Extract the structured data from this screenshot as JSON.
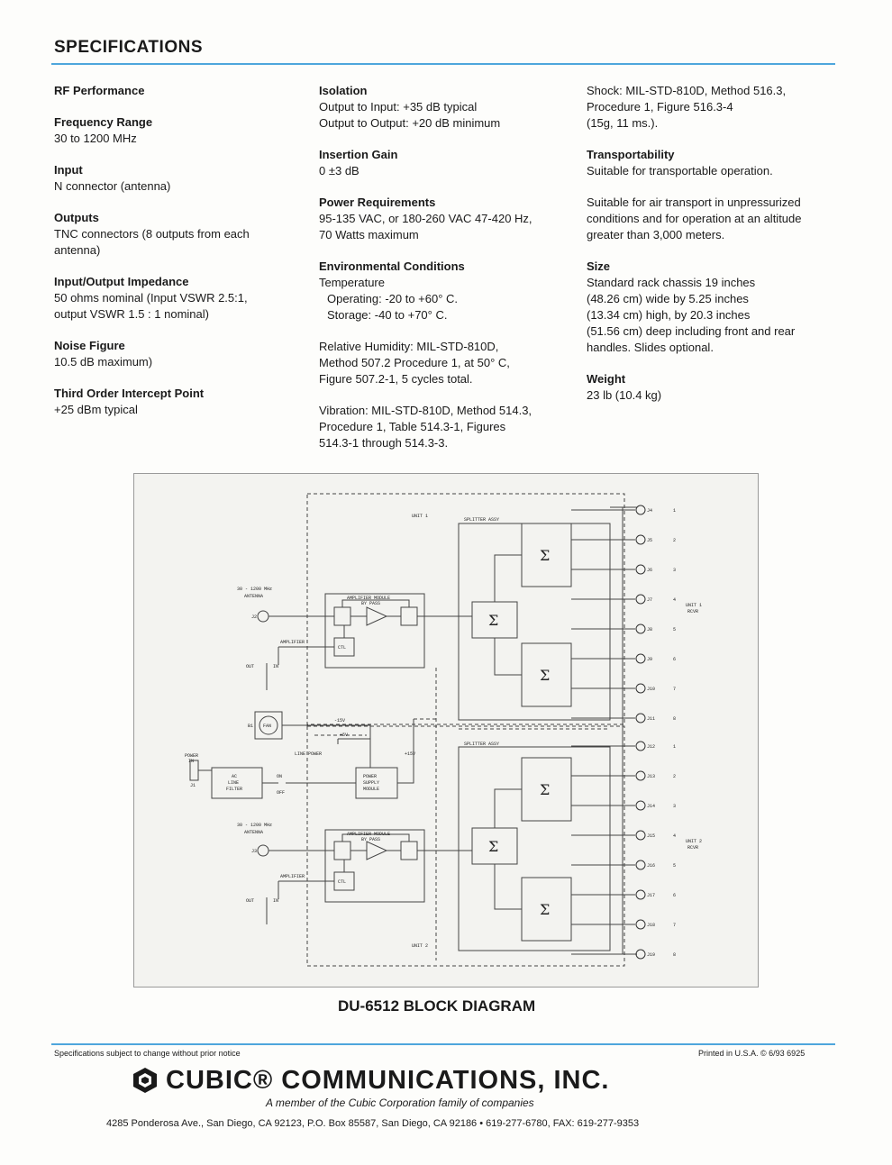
{
  "page": {
    "heading": "SPECIFICATIONS",
    "left_column": [
      {
        "title": "RF Performance",
        "lines": []
      },
      {
        "title": "Frequency Range",
        "lines": [
          "30 to 1200 MHz"
        ]
      },
      {
        "title": "Input",
        "lines": [
          "N connector (antenna)"
        ]
      },
      {
        "title": "Outputs",
        "lines": [
          "TNC connectors (8 outputs from each",
          "antenna)"
        ]
      },
      {
        "title": "Input/Output Impedance",
        "lines": [
          "50 ohms nominal (Input VSWR 2.5:1,",
          "output VSWR 1.5 : 1 nominal)"
        ]
      },
      {
        "title": "Noise Figure",
        "lines": [
          "10.5 dB maximum)"
        ]
      },
      {
        "title": "Third Order Intercept Point",
        "lines": [
          "+25 dBm typical"
        ]
      }
    ],
    "middle_column": [
      {
        "title": "Isolation",
        "lines": [
          "Output to Input: +35 dB typical",
          "Output to Output: +20 dB minimum"
        ]
      },
      {
        "title": "Insertion Gain",
        "lines": [
          "0 ±3 dB"
        ]
      },
      {
        "title": "Power Requirements",
        "lines": [
          "95-135 VAC, or 180-260 VAC 47-420 Hz,",
          "70 Watts maximum"
        ]
      },
      {
        "title": "Environmental Conditions",
        "lines": [
          "Temperature",
          "Operating: -20 to +60° C.",
          "Storage: -40 to +70° C."
        ]
      },
      {
        "title": "",
        "lines": [
          "Relative Humidity: MIL-STD-810D,",
          "Method 507.2 Procedure 1, at 50° C,",
          "Figure 507.2-1, 5 cycles total."
        ]
      },
      {
        "title": "",
        "lines": [
          "Vibration: MIL-STD-810D, Method 514.3,",
          "Procedure 1, Table 514.3-1, Figures",
          "514.3-1 through 514.3-3."
        ]
      }
    ],
    "right_column": [
      {
        "title": "",
        "lines": [
          "Shock: MIL-STD-810D, Method 516.3,",
          "Procedure 1, Figure 516.3-4",
          "(15g, 11 ms.)."
        ]
      },
      {
        "title": "Transportability",
        "lines": [
          "Suitable for transportable operation."
        ]
      },
      {
        "title": "",
        "lines": [
          "Suitable for air transport in unpressurized",
          "conditions and for operation at an altitude",
          "greater than 3,000 meters."
        ]
      },
      {
        "title": "Size",
        "lines": [
          "Standard rack chassis 19 inches",
          "(48.26 cm) wide by 5.25 inches",
          "(13.34 cm) high, by 20.3 inches",
          "(51.56 cm) deep including front and rear",
          "handles.  Slides optional."
        ]
      },
      {
        "title": "Weight",
        "lines": [
          "23 lb (10.4 kg)"
        ]
      }
    ]
  },
  "diagram": {
    "caption": "DU-6512 BLOCK DIAGRAM",
    "unit1_label": "UNIT 1",
    "unit2_label": "UNIT 2",
    "splitter_label": "SPLITTER ASSY",
    "amp_module_label": "AMPLIFIER MODULE",
    "amp_module_sub": "BY PASS",
    "antenna_label": "30 - 1200 MHz",
    "antenna_sub": "ANTENNA",
    "input1": "J2",
    "input2": "J3",
    "amplifier_label": "AMPLIFIER",
    "ctl_label": "CTL",
    "out_label": "OUT",
    "in_label": "IN",
    "fan_label": "FAN",
    "fan_ref": "B1",
    "line_power_label": "LINE POWER",
    "power_label": "POWER",
    "power_sub": "IN",
    "power_ref": "J1",
    "filter_label": [
      "AC",
      "LINE",
      "FILTER"
    ],
    "psu_label": [
      "POWER",
      "SUPPLY",
      "MODULE"
    ],
    "switch_label": "ON",
    "switch_sub": "OFF",
    "voltages": [
      "-15V",
      "+5V",
      "+15V"
    ],
    "sigma": "Σ",
    "jacks_top": [
      "J4",
      "J5",
      "J6",
      "J7",
      "J8",
      "J9",
      "J10",
      "J11"
    ],
    "jacks_bottom": [
      "J12",
      "J13",
      "J14",
      "J15",
      "J16",
      "J17",
      "J18",
      "J19"
    ],
    "outputs_top": [
      "1",
      "2",
      "3",
      "4",
      "5",
      "6",
      "7",
      "8"
    ],
    "outputs_bottom": [
      "1",
      "2",
      "3",
      "4",
      "5",
      "6",
      "7",
      "8"
    ],
    "unit1_rcvr": [
      "UNIT 1",
      "RCVR"
    ],
    "unit2_rcvr": [
      "UNIT 2",
      "RCVR"
    ]
  },
  "footer": {
    "notice": "Specifications subject to change without prior notice",
    "printed": "Printed in U.S.A.  © 6/93 6925",
    "company": "CUBIC® COMMUNICATIONS, INC.",
    "tagline": "A member of the Cubic Corporation family of companies",
    "address": "4285 Ponderosa  Ave., San Diego, CA 92123,  P.O. Box 85587, San Diego, CA  92186 • 619-277-6780,   FAX:  619-277-9353"
  },
  "colors": {
    "rule": "#4ea6dc",
    "ink": "#1a1a1a"
  }
}
